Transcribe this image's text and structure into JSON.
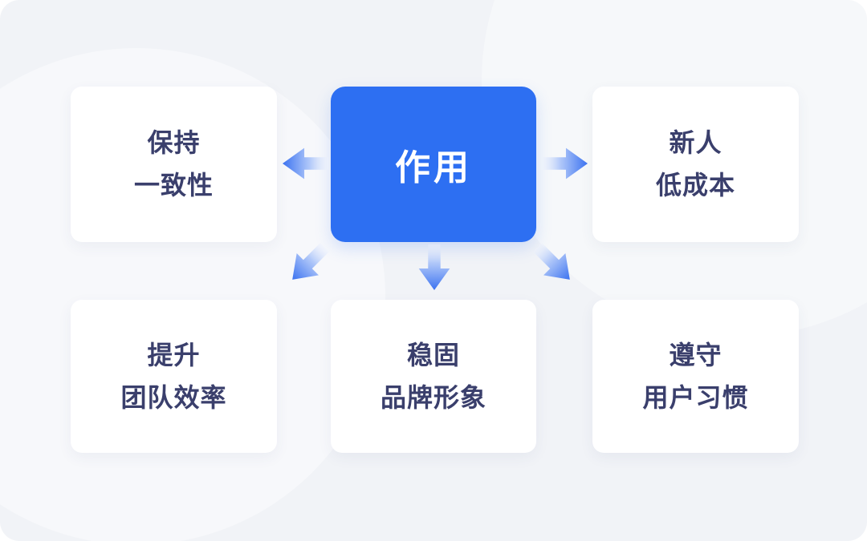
{
  "colors": {
    "accent_blue": "#2D6FF2",
    "text_navy": "#3A3F6C",
    "card_background": "#F1F3F7",
    "node_background": "#FFFFFF",
    "center_text": "#FFFFFF",
    "arrow_head_blue": "#3B72F0",
    "arrow_tail_light": "#EDF2FD"
  },
  "diagram": {
    "center": {
      "label": "作用"
    },
    "nodes": [
      {
        "position": "top-left",
        "lines": [
          "保持",
          "一致性"
        ]
      },
      {
        "position": "top-right",
        "lines": [
          "新人",
          "低成本"
        ]
      },
      {
        "position": "bottom-left",
        "lines": [
          "提升",
          "团队效率"
        ]
      },
      {
        "position": "bottom-center",
        "lines": [
          "稳固",
          "品牌形象"
        ]
      },
      {
        "position": "bottom-right",
        "lines": [
          "遵守",
          "用户习惯"
        ]
      }
    ],
    "arrows": [
      {
        "direction": "left",
        "from": "center",
        "to": "top-left"
      },
      {
        "direction": "right",
        "from": "center",
        "to": "top-right"
      },
      {
        "direction": "down-left",
        "from": "center",
        "to": "bottom-left"
      },
      {
        "direction": "down",
        "from": "center",
        "to": "bottom-center"
      },
      {
        "direction": "down-right",
        "from": "center",
        "to": "bottom-right"
      }
    ]
  }
}
